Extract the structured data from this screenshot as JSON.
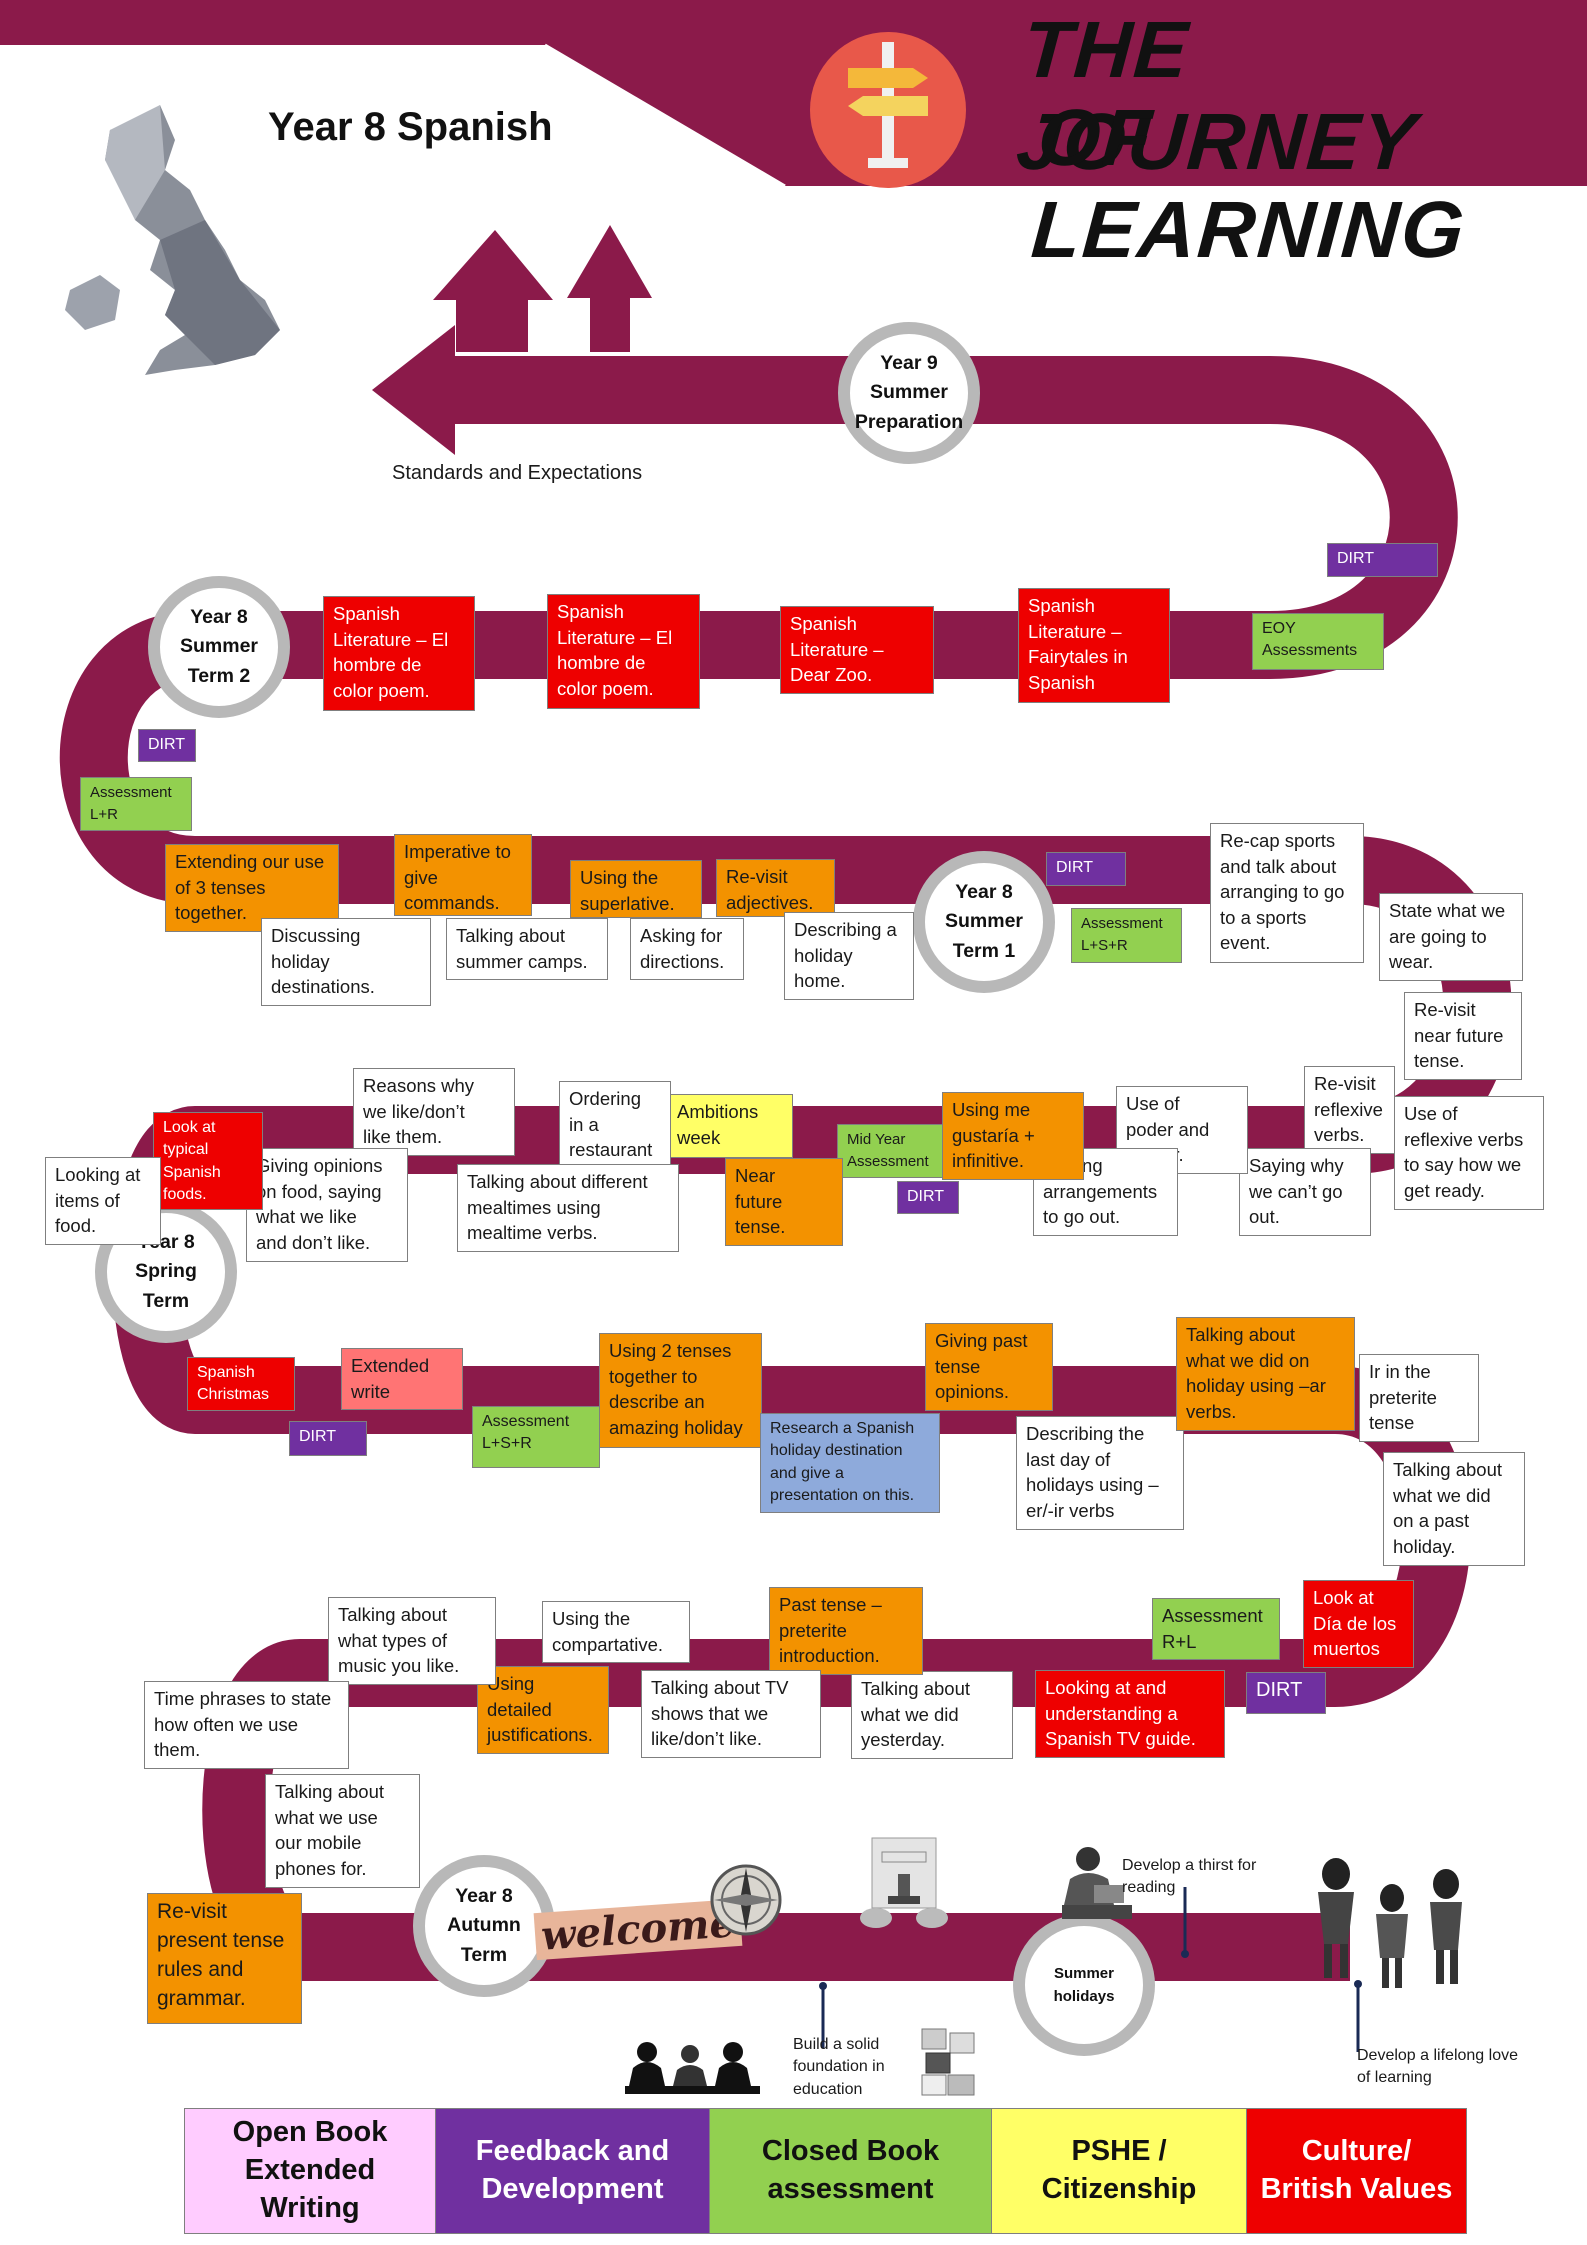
{
  "page": {
    "subtitle": "Year 8 Spanish",
    "title_line1": "THE JOURNEY",
    "title_line2": "OF LEARNING"
  },
  "colors": {
    "road": "#8b1a4a",
    "banner": "#8b1a4a",
    "term_ring": "#b8b8b8"
  },
  "icons": [
    "signpost-icon",
    "uk-map-icon",
    "welcome-sign-icon",
    "compass-icon",
    "approved-stamp-icon",
    "students-studying-icon",
    "building-blocks-icon",
    "reader-icon",
    "walking-people-icon"
  ],
  "intro": {
    "standards": "Standards and Expectations"
  },
  "terms": {
    "y9": "Year 9\nSummer\nPreparation",
    "s2": "Year 8\nSummer\nTerm 2",
    "s1": "Year 8\nSummer\nTerm 1",
    "spring": "Year 8\nSpring\nTerm",
    "autumn": "Year 8\nAutumn\nTerm",
    "holidays": "Summer\nholidays"
  },
  "row_summer2": {
    "dirt_right": "DIRT",
    "eoy": "EOY\nAssessments",
    "fairytales": "Spanish\nLiterature –\nFairytales in\nSpanish",
    "dear_zoo": "Spanish\nLiterature –\nDear Zoo.",
    "hombre2": "Spanish\nLiterature – El\nhombre de\ncolor poem.",
    "hombre1": "Spanish\nLiterature – El\nhombre de\ncolor poem.",
    "dirt_left": "DIRT",
    "assessment_lr": "Assessment\nL+R"
  },
  "row_summer1": {
    "extending": "Extending our use\nof 3 tenses\ntogether.",
    "discussing": "Discussing\nholiday\ndestinations.",
    "imperative": "Imperative to\ngive\ncommands.",
    "summer_camps": "Talking about\nsummer camps.",
    "superlative": "Using the\nsuperlative.",
    "directions": "Asking for\ndirections.",
    "adjectives": "Re-visit\nadjectives.",
    "holiday_home": "Describing a\nholiday\nhome.",
    "dirt": "DIRT",
    "assessment_lsr": "Assessment\nL+S+R",
    "recap_sports": "Re-cap sports\nand talk about\narranging to go\nto a sports\nevent.",
    "wear": "State what we\nare going to\nwear.",
    "near_future": "Re-visit\nnear future\ntense."
  },
  "row_spring_a": {
    "reflexive": "Re-visit\nreflexive\nverbs.",
    "use_reflexive": "Use of\nreflexive verbs\nto say how we\nget ready.",
    "cant_go": "Saying why\nwe can’t go\nout.",
    "poder": "Use of\npoder and\nquerer.",
    "arrangements": "Making\narrangements\nto go out.",
    "gustaria": "Using me\ngustaría +\ninfinitive.",
    "mid_year": "Mid Year\nAssessment",
    "dirt": "DIRT",
    "ambitions": "Ambitions\nweek",
    "near_future": "Near\nfuture\ntense.",
    "restaurant": "Ordering\nin a\nrestaurant",
    "mealtimes": "Talking about different\nmealtimes using\nmealtime verbs.",
    "reasons": "Reasons why\nwe like/don’t\nlike them.",
    "opinions_food": "Giving opinions\non food, saying\nwhat we like\nand don’t like.",
    "typical_foods": "Look at\ntypical\nSpanish\nfoods.",
    "items_food": "Looking at\nitems of\nfood."
  },
  "row_spring_b": {
    "christmas": "Spanish\nChristmas",
    "extended": "Extended\nwrite",
    "dirt": "DIRT",
    "assessment_lsr": "Assessment\nL+S+R",
    "two_tenses": "Using 2 tenses\ntogether to\ndescribe an\namazing holiday",
    "research": "Research a Spanish\nholiday destination\nand give a\npresentation on this.",
    "past_opinions": "Giving past\ntense\nopinions.",
    "last_day": "Describing the\nlast day of\nholidays using –\ner/-ir verbs",
    "ar_verbs": "Talking about\nwhat we did on\nholiday using –ar\nverbs.",
    "ir_preterite": "Ir in the\npreterite\ntense",
    "past_holiday": "Talking about\nwhat we did\non a past\nholiday."
  },
  "row_autumn": {
    "dia_muertos": "Look at\nDía de los\nmuertos",
    "assessment_rl": "Assessment\nR+L",
    "dirt": "DIRT",
    "tv_guide": "Looking at and\nunderstanding a\nSpanish TV guide.",
    "yesterday": "Talking about\nwhat we did\nyesterday.",
    "preterite_intro": "Past tense –\npreterite\nintroduction.",
    "tv_shows": "Talking about TV\nshows that we\nlike/don’t like.",
    "comparative": "Using the\ncompartative.",
    "justifications": "Using\ndetailed\njustifications.",
    "music": "Talking about\nwhat types of\nmusic you like.",
    "time_phrases": "Time phrases to state\nhow often we use\nthem.",
    "mobile": "Talking about\nwhat we use\nour mobile\nphones for.",
    "present_tense": "Re-visit\npresent tense\nrules and\ngrammar."
  },
  "notes": {
    "thirst": "Develop a thirst for\nreading",
    "foundation": "Build a solid\nfoundation in\neducation",
    "lifelong": "Develop a lifelong love\nof learning",
    "welcome": "welcome"
  },
  "legend": [
    {
      "label": "Open Book\nExtended\nWriting",
      "color": "#ffccff"
    },
    {
      "label": "Feedback and\nDevelopment",
      "color": "#7030a0"
    },
    {
      "label": "Closed Book\nassessment",
      "color": "#92d050"
    },
    {
      "label": "PSHE /\nCitizenship",
      "color": "#ffff66"
    },
    {
      "label": "Culture/\nBritish Values",
      "color": "#ee0000"
    }
  ]
}
